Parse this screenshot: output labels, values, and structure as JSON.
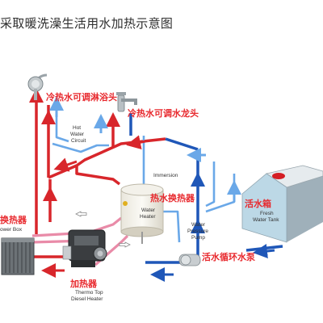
{
  "title": "采取暖洗澡生活用水加热示意图",
  "labels": {
    "shower": "冷热水可调淋浴头",
    "faucet": "冷热水可调水龙头",
    "hot_water_circuit": "Hot\nWater\nCircuit",
    "immersion": "Immersion",
    "hot_water_exchanger": "热水换热器",
    "water_heater": "Water\nHeater",
    "clean_tank": "活水箱",
    "fresh_water_tank": "Fresh\nWater Tank",
    "water_pressure_pump": "Water\nPressure\nPump",
    "circulation_pump": "活水循环水泵",
    "heat_exchanger": "换热器",
    "power_box": "ower Box",
    "heater": "加热器",
    "diesel_heater": "Thermo Top\nDiesel Heater"
  },
  "colors": {
    "hot": "#d8262b",
    "cold": "#1f57b8",
    "light_blue": "#6aa8e8",
    "pink": "#e98ba8",
    "label": "#e8292e"
  }
}
